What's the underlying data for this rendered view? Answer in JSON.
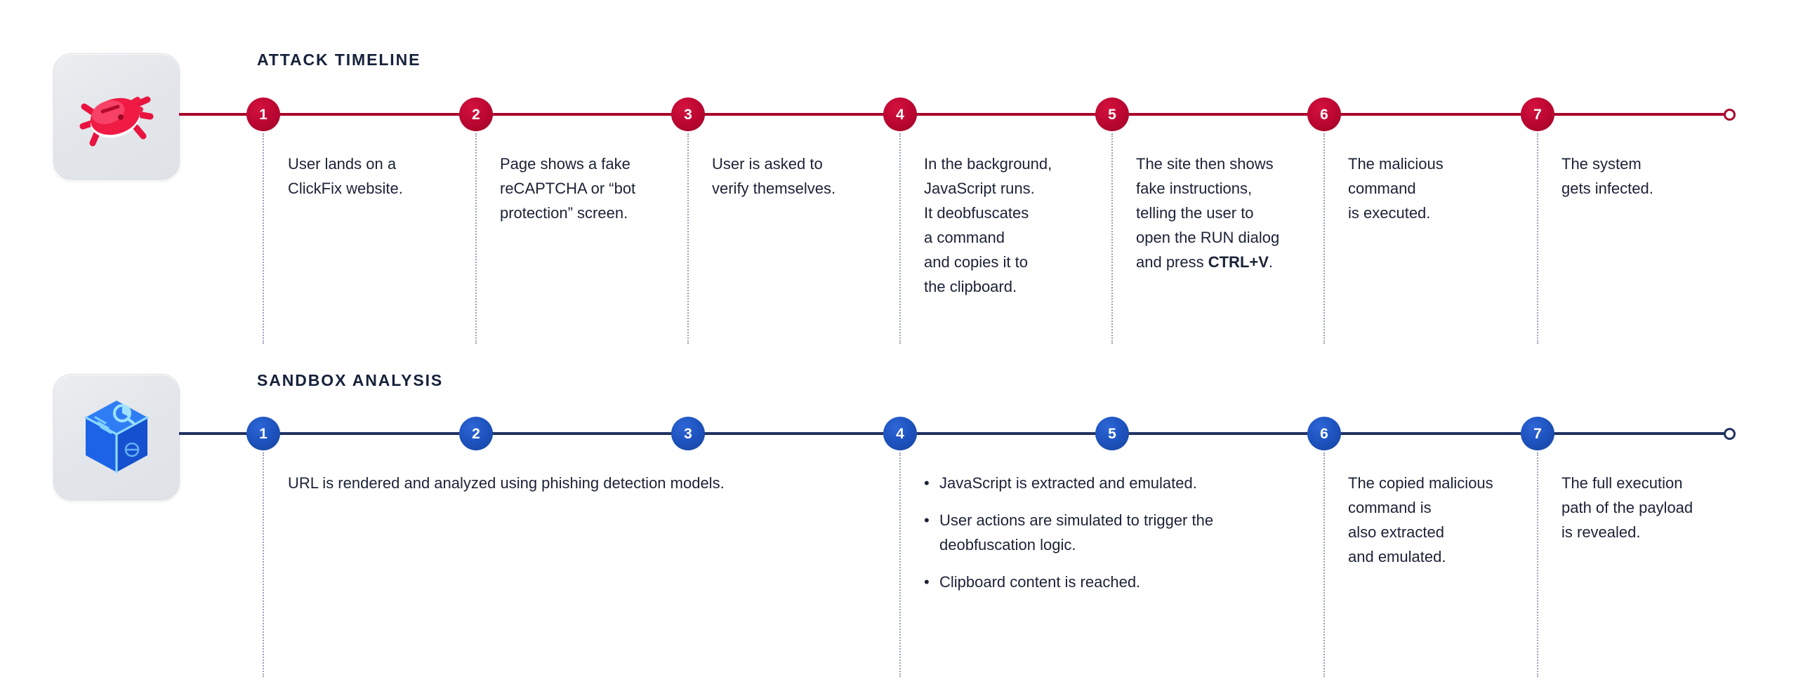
{
  "diagram": {
    "title_hidden": "ClickFix attack and sandbox analysis timeline"
  },
  "colors": {
    "attack_accent": "#a8062c",
    "attack_node": "#bd0733",
    "sandbox_accent": "#1f3160",
    "sandbox_node": "#1e53bf",
    "text": "#1b2236",
    "dotted_guide": "#9aa2b5",
    "tile_background": "#e6e9ed"
  },
  "attack": {
    "icon_name": "red-bug-icon",
    "title": "ATTACK TIMELINE",
    "steps": [
      {
        "number": "1",
        "text": "User lands on a\nClickFix website."
      },
      {
        "number": "2",
        "text": "Page shows a fake\nreCAPTCHA or “bot\nprotection” screen."
      },
      {
        "number": "3",
        "text": "User is asked to\nverify themselves."
      },
      {
        "number": "4",
        "text": "In the background,\nJavaScript runs.\nIt deobfuscates\na command\nand copies it to\nthe clipboard."
      },
      {
        "number": "5",
        "text": "The site then shows\nfake instructions,\ntelling the user to\nopen the RUN dialog\nand press ",
        "bold": "CTRL+V",
        "text_after": "."
      },
      {
        "number": "6",
        "text": "The malicious\ncommand\nis executed."
      },
      {
        "number": "7",
        "text": "The system\ngets infected."
      }
    ]
  },
  "sandbox": {
    "icon_name": "blue-sandbox-cube-icon",
    "title": "SANDBOX ANALYSIS",
    "steps": [
      {
        "number": "1",
        "text": "URL is rendered and analyzed using phishing detection models."
      },
      {
        "number": "2",
        "text": ""
      },
      {
        "number": "3",
        "text": ""
      },
      {
        "number": "4",
        "bullets": [
          "JavaScript is extracted and emulated.",
          "User actions are simulated to trigger the\ndeobfuscation logic.",
          "Clipboard content is reached."
        ]
      },
      {
        "number": "5",
        "text": ""
      },
      {
        "number": "6",
        "text": "The copied malicious\ncommand is\nalso extracted\nand emulated."
      },
      {
        "number": "7",
        "text": "The full execution\npath of the payload\nis revealed."
      }
    ]
  }
}
